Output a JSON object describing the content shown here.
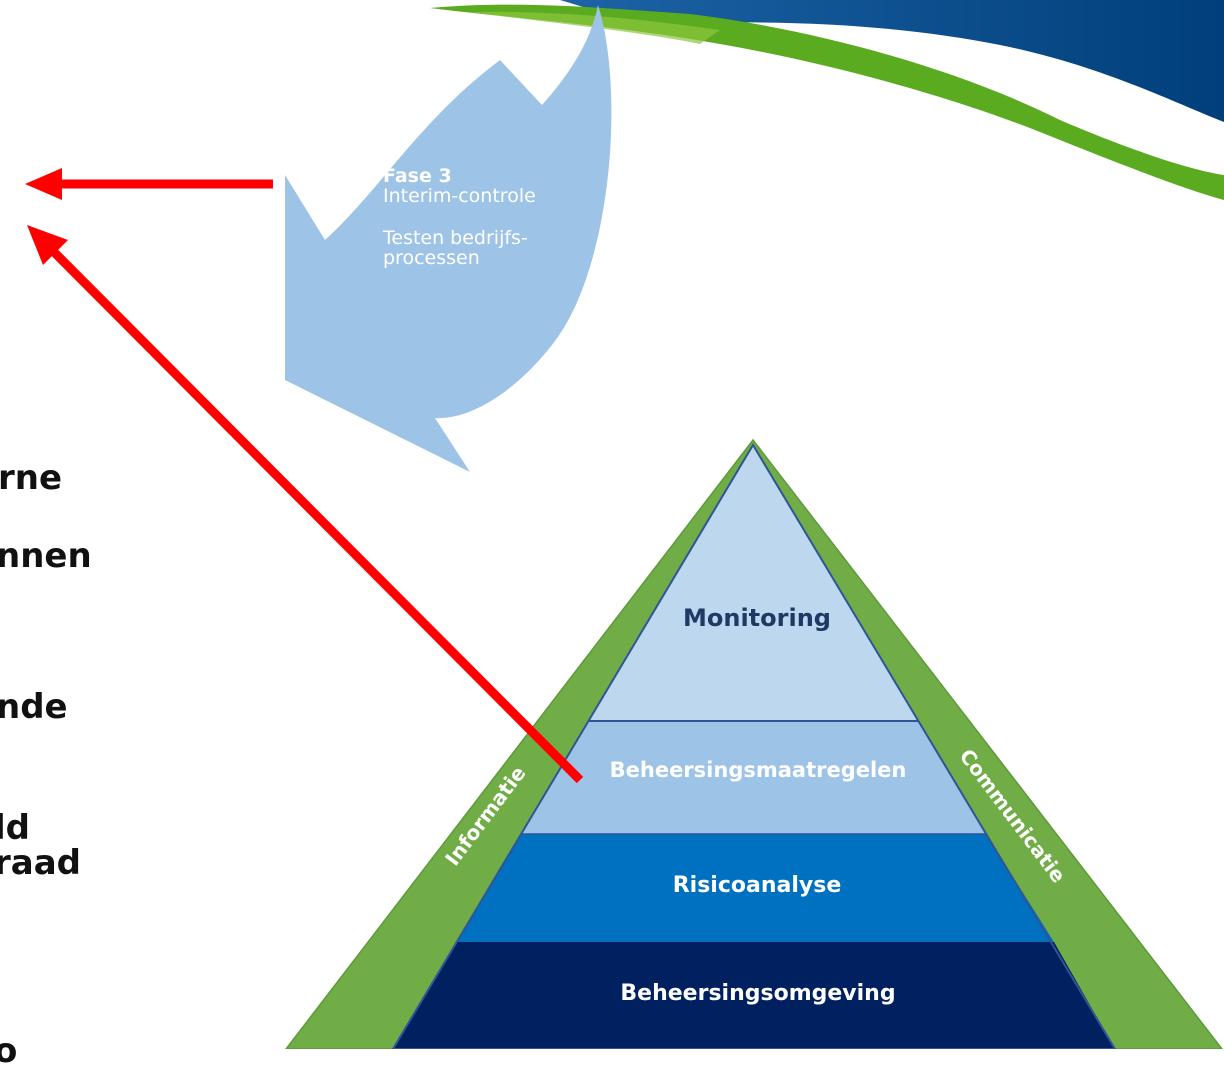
{
  "phase": {
    "title": "Fase 3",
    "subtitle": "Interim-controle",
    "description_line1": "Testen bedrijfs-",
    "description_line2": "processen"
  },
  "body_fragments": [
    "rne",
    "nnen",
    "nde",
    "ld",
    " raad",
    "o"
  ],
  "pyramid": {
    "levels": [
      "Monitoring",
      "Beheersingsmaatregelen",
      "Risicoanalyse",
      "Beheersingsomgeving"
    ],
    "side_left": "Informatie",
    "side_right": "Communicatie"
  },
  "colors": {
    "arrow_red": "#ff0000",
    "phase_arrow_blue": "#9dc3e6",
    "banner_green": "#5aab1f",
    "banner_blue": "#0a4f91",
    "pyramid_green": "#70ad47",
    "level_monitoring": "#bdd7ee",
    "level_maatregelen": "#9dc3e6",
    "level_risico": "#0070c0",
    "level_omgeving": "#002060"
  }
}
